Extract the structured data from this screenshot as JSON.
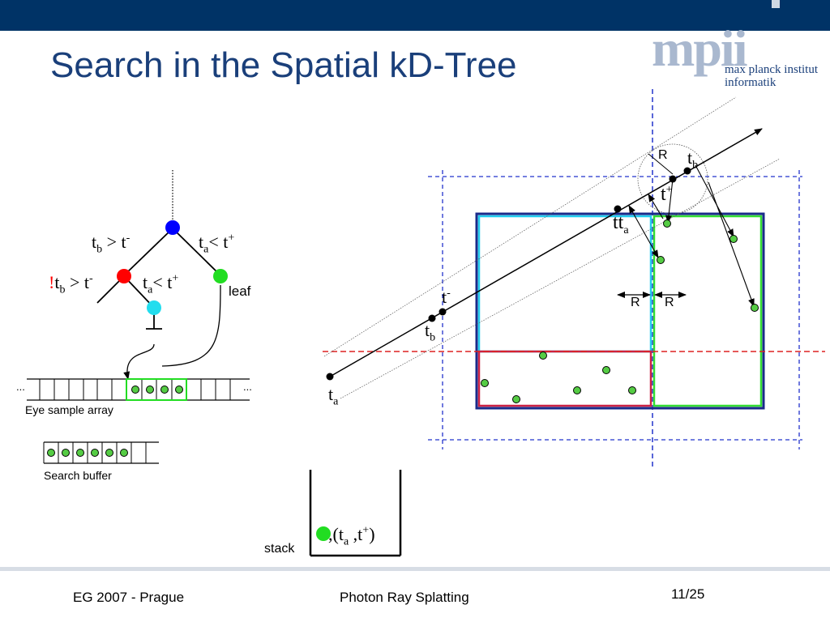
{
  "slide": {
    "title": "Search in the Spatial kD-Tree",
    "footer_left": "EG 2007 - Prague",
    "footer_center": "Photon Ray Splatting",
    "page_number": "11/25"
  },
  "logo": {
    "mark": "mpii",
    "line1": "max planck institut",
    "line2": "informatik"
  },
  "tree": {
    "edge_left_base": "t",
    "edge_left_sub": "b",
    "edge_left_op": " > t",
    "edge_left_sup": "-",
    "edge_right_base": "t",
    "edge_right_sub": "a",
    "edge_right_op": "< t",
    "edge_right_sup": "+",
    "lower_left_bang": "!",
    "lower_left_base": "t",
    "lower_left_sub": "b",
    "lower_left_op": " > t",
    "lower_left_sup": "-",
    "lower_right_base": "t",
    "lower_right_sub": "a",
    "lower_right_op": "< t",
    "lower_right_sup": "+",
    "leaf_label": "leaf",
    "null_symbol": "⊥"
  },
  "arrays": {
    "ellipsis": "...",
    "eye_sample_label": "Eye sample array",
    "search_buffer_label": "Search buffer"
  },
  "stack": {
    "label": "stack",
    "entry_open": ",(t",
    "entry_sub_a": "a",
    "entry_mid": " ,t",
    "entry_sup": "+",
    "entry_close": ")"
  },
  "diagram": {
    "radius_label": "R",
    "t_base": "t",
    "sub_a": "a",
    "sub_b": "b",
    "sup_minus": "-",
    "sup_plus": "+"
  },
  "colors": {
    "header_blue": "#003366",
    "title_blue": "#1a3f7a",
    "node_blue": "#0000ff",
    "node_red": "#ff0000",
    "node_green": "#22dd22",
    "node_cyan": "#22ddee",
    "point_green": "#55cc44",
    "cell_dark_blue": "#1a2a8a",
    "cell_cyan": "#22ccee",
    "cell_green": "#33dd33",
    "cell_red": "#cc2244",
    "split_blue_dashed": "#2233cc",
    "split_red_dashed": "#dd2222"
  }
}
